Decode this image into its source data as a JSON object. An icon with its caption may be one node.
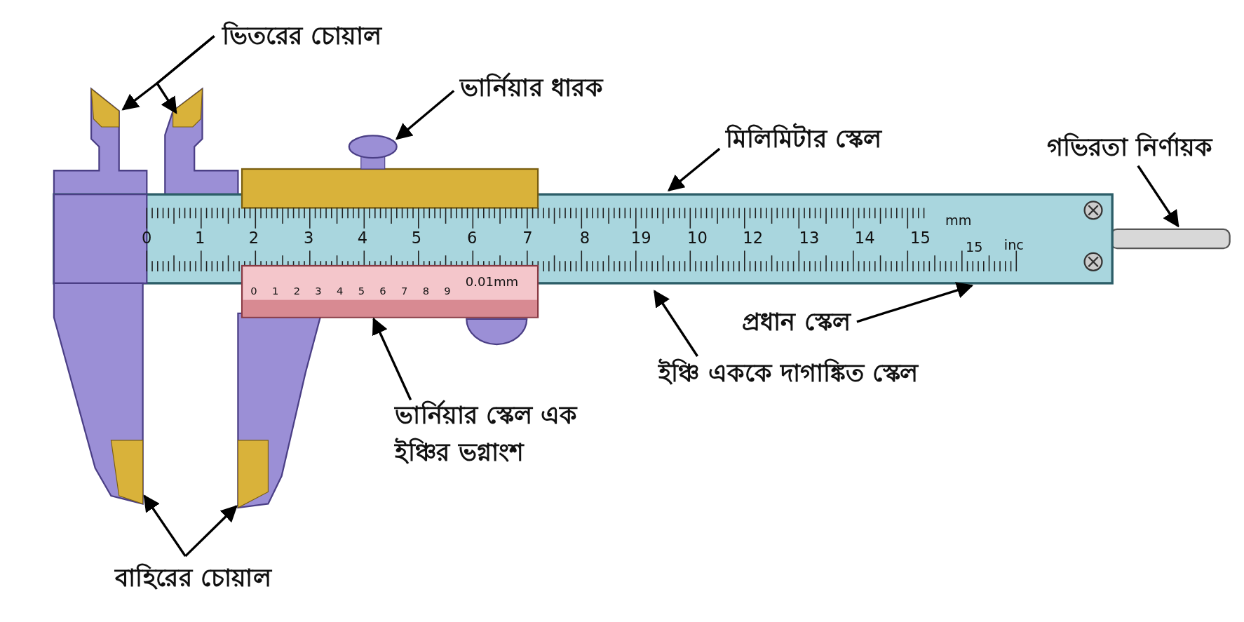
{
  "diagram": {
    "nodes": [
      {
        "text": [
          "ভিতরের চোয়াল"
        ]
      },
      {
        "text": [
          "ভার্নিয়ার ধারক"
        ]
      },
      {
        "text": [
          "মিলিমিটার স্কেল"
        ]
      },
      {
        "text": [
          "গভিরতা নির্ণায়ক"
        ]
      },
      {
        "text": [
          "প্রধান স্কেল"
        ]
      },
      {
        "text": [
          "ইঞ্চি এককে দাগাঙ্কিত স্কেল"
        ]
      },
      {
        "text": [
          "ভার্নিয়ার স্কেল এক ইঞ্চির ভগ্নাংশ"
        ]
      },
      {
        "text": [
          "বাহিরের চোয়াল"
        ]
      },
      {
        "text": [],
        "shape": "bar"
      }
    ],
    "edges": [
      {
        "from": 0,
        "to": null,
        "arrow": "to"
      },
      {
        "from": 0,
        "to": null,
        "arrow": "to"
      },
      {
        "from": 1,
        "to": null,
        "arrow": "to"
      },
      {
        "from": 2,
        "to": null,
        "arrow": "to"
      },
      {
        "from": 3,
        "to": null,
        "arrow": "to"
      },
      {
        "from": 4,
        "to": null,
        "arrow": "to"
      },
      {
        "from": 5,
        "to": null,
        "arrow": "to"
      },
      {
        "from": 6,
        "to": 8,
        "arrow": "to"
      },
      {
        "from": 7,
        "to": null,
        "arrow": "to"
      },
      {
        "from": 7,
        "to": null,
        "arrow": "to"
      }
    ],
    "labels": [
      "0",
      "1",
      "2",
      "3",
      "4",
      "5",
      "6",
      "7",
      "8",
      "19",
      "10",
      "12",
      "13",
      "14",
      "15",
      "mm",
      "15",
      "inc",
      "0",
      "1",
      "2",
      "3",
      "4",
      "5",
      "6",
      "7",
      "8",
      "9",
      "0.01mm"
    ]
  }
}
